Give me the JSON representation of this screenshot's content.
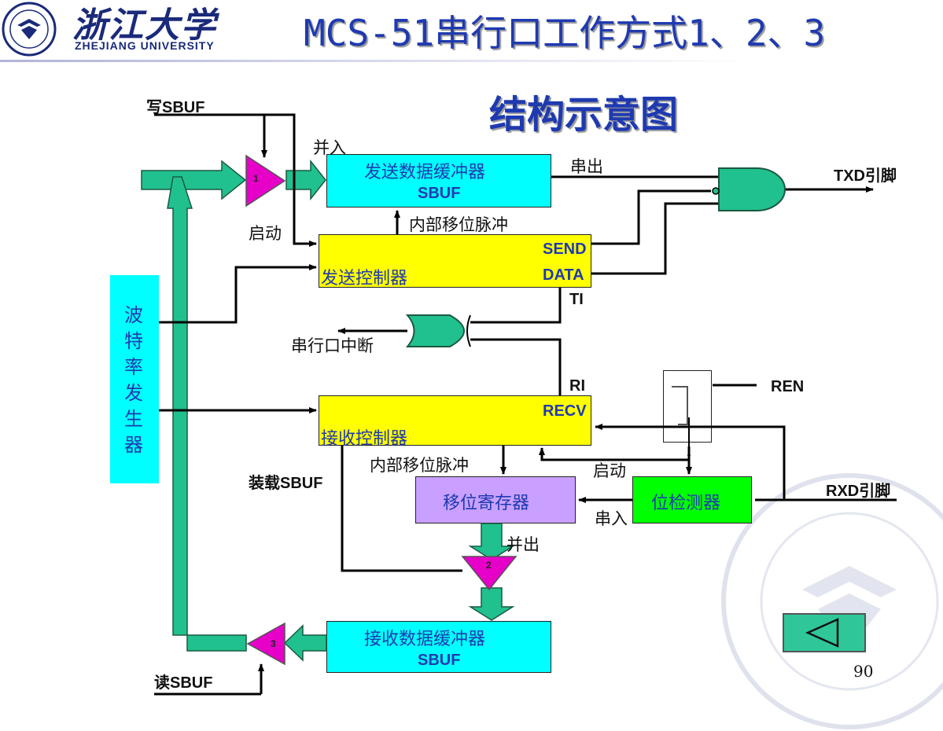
{
  "header": {
    "logo_cn": "浙江大学",
    "logo_en": "ZHEJIANG UNIVERSITY",
    "title_line1": "MCS-51串行口工作方式1、2、3",
    "title_line2": "结构示意图"
  },
  "blocks": {
    "tx_buffer": "发送数据缓冲器",
    "tx_buffer_sbuf": "SBUF",
    "tx_ctrl": "发送控制器",
    "send": "SEND",
    "data": "DATA",
    "rx_ctrl": "接收控制器",
    "recv": "RECV",
    "shift_reg": "移位寄存器",
    "bit_detect": "位检测器",
    "rx_buffer": "接收数据缓冲器",
    "rx_buffer_sbuf": "SBUF",
    "baud": "波特率发生器"
  },
  "labels": {
    "write_sbuf": "写SBUF",
    "parallel_in": "并入",
    "serial_out": "串出",
    "txd": "TXD引脚",
    "internal_shift_tx": "内部移位脉冲",
    "start_tx": "启动",
    "ti": "TI",
    "interrupt": "串行口中断",
    "ri": "RI",
    "ren": "REN",
    "load_sbuf": "装载SBUF",
    "internal_shift_rx": "内部移位脉冲",
    "start_rx": "启动",
    "rxd": "RXD引脚",
    "serial_in": "串入",
    "parallel_out": "并出",
    "read_sbuf": "读SBUF",
    "gate1": "1",
    "gate2": "2",
    "gate3": "3"
  },
  "page_number": "90",
  "colors": {
    "bus": "#21c08f",
    "buffer": "#00ffff",
    "controller": "#ffff00",
    "shift_reg": "#c9a0ff",
    "bit_detect": "#00ff00",
    "gate": "#e600c8",
    "title": "#1f3ab0"
  }
}
